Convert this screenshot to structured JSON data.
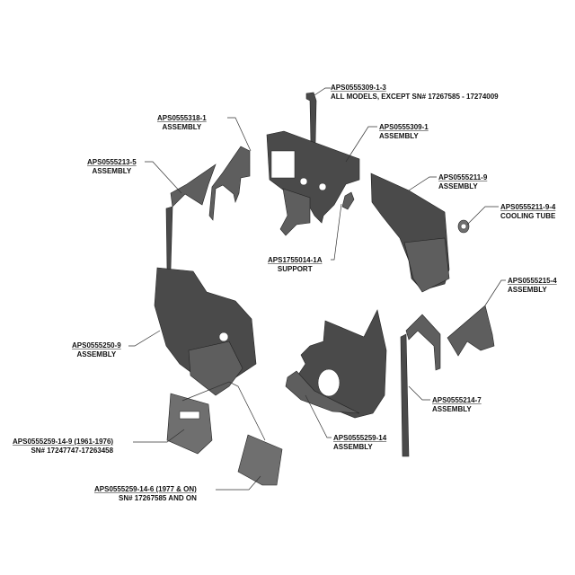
{
  "callouts": [
    {
      "part": "APS0555309-1-3",
      "desc": "ALL MODELS, EXCEPT SN# 17267585 - 17274009"
    },
    {
      "part": "APS0555318-1",
      "desc": "ASSEMBLY"
    },
    {
      "part": "APS0555309-1",
      "desc": "ASSEMBLY"
    },
    {
      "part": "APS0555213-5",
      "desc": "ASSEMBLY"
    },
    {
      "part": "APS0555211-9",
      "desc": "ASSEMBLY"
    },
    {
      "part": "APS0555211-9-4",
      "desc": "COOLING TUBE"
    },
    {
      "part": "APS1755014-1A",
      "desc": "SUPPORT"
    },
    {
      "part": "APS0555215-4",
      "desc": "ASSEMBLY"
    },
    {
      "part": "APS0555250-9",
      "desc": "ASSEMBLY"
    },
    {
      "part": "APS0555214-7",
      "desc": "ASSEMBLY"
    },
    {
      "part": "APS0555259-14-9 (1961-1976)",
      "desc": "SN# 17247747-17263458"
    },
    {
      "part": "APS0555259-14",
      "desc": "ASSEMBLY"
    },
    {
      "part": "APS0555259-14-6 (1977 & ON)",
      "desc": "SN# 17267585 AND ON"
    }
  ]
}
